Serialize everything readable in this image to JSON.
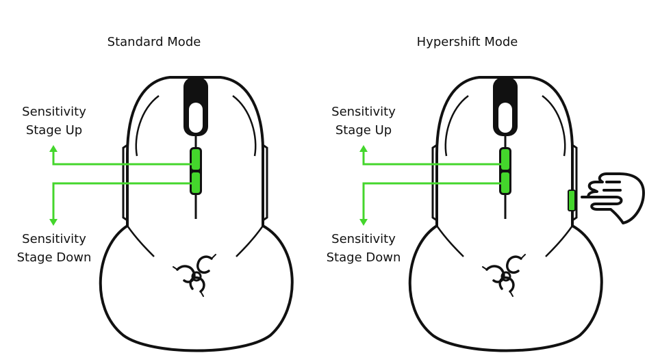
{
  "panels": [
    {
      "title": "Standard Mode",
      "up_label": [
        "Sensitivity",
        "Stage Up"
      ],
      "down_label": [
        "Sensitivity",
        "Stage Down"
      ],
      "hypershift_active": false
    },
    {
      "title": "Hypershift Mode",
      "up_label": [
        "Sensitivity",
        "Stage Up"
      ],
      "down_label": [
        "Sensitivity",
        "Stage Down"
      ],
      "hypershift_active": true
    }
  ],
  "colors": {
    "accent_green": "#44d62c",
    "outline": "#111111",
    "background": "#ffffff"
  },
  "icons": [
    "mouse-outline-icon",
    "razer-snake-logo-icon",
    "pointing-hand-icon",
    "arrow-up-icon",
    "arrow-down-icon"
  ]
}
